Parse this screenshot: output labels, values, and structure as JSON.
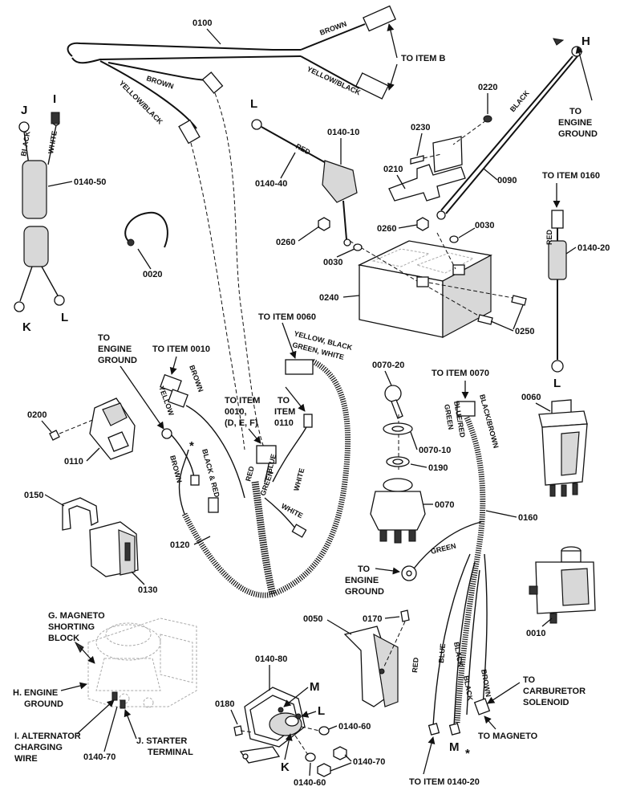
{
  "parts": {
    "p0100": "0100",
    "p0140_50": "0140-50",
    "p0020": "0020",
    "p0140_10": "0140-10",
    "p0140_40": "0140-40",
    "p0230": "0230",
    "p0220": "0220",
    "p0210": "0210",
    "p0090": "0090",
    "p0260_a": "0260",
    "p0260_b": "0260",
    "p0030_a": "0030",
    "p0030_b": "0030",
    "p0240": "0240",
    "p0250": "0250",
    "p0140_20": "0140-20",
    "p0200": "0200",
    "p0110": "0110",
    "p0150": "0150",
    "p0130": "0130",
    "p0120": "0120",
    "p0070_20": "0070-20",
    "p0070_10": "0070-10",
    "p0190": "0190",
    "p0070": "0070",
    "p0060": "0060",
    "p0160": "0160",
    "p0010": "0010",
    "p0050": "0050",
    "p0170": "0170",
    "p0140_80": "0140-80",
    "p0180": "0180",
    "p0140_60_a": "0140-60",
    "p0140_60_b": "0140-60",
    "p0140_70_a": "0140-70",
    "p0140_70_b": "0140-70"
  },
  "letters": {
    "h": "H",
    "j": "J",
    "i": "I",
    "k": "K",
    "l_top": "L",
    "l_left": "L",
    "l_right": "L",
    "m_mid": "M",
    "l_mid": "L",
    "k_mid": "K",
    "m_bot": "M",
    "star_a": "*",
    "star_b": "*"
  },
  "wire_labels": {
    "brown_top": "BROWN",
    "yellow_black_top": "YELLOW/BLACK",
    "brown_mid": "BROWN",
    "yellow_black_mid": "YELLOW/BLACK",
    "black_j": "BLACK",
    "white_i": "WHITE",
    "red_0140_40": "RED",
    "black_0090": "BLACK",
    "red_0140_20": "RED",
    "brown_0010": "BROWN",
    "yellow_0010": "YELLOW",
    "brown_ground": "BROWN",
    "black_red": "BLACK & RED",
    "red_harness": "RED",
    "blue_harness": "BLUE",
    "green_harness": "GREEN",
    "white_0110": "WHITE",
    "white_lower": "WHITE",
    "yellow_black_green_white_1": "YELLOW, BLACK",
    "yellow_black_green_white_2": "GREEN, WHITE",
    "black_brown": "BLACK/BROWN",
    "blue_red": "BLUE/RED",
    "green_0070": "GREEN",
    "green_0160": "GREEN",
    "red_bottom": "RED",
    "blue_bottom": "BLUE",
    "black_bottom_1": "BLACK",
    "black_bottom_2": "BLACK",
    "brown_bottom": "BROWN"
  },
  "callouts": {
    "to_item_b": "TO ITEM B",
    "to_engine_ground_h_1": "TO",
    "to_engine_ground_h_2": "ENGINE",
    "to_engine_ground_h_3": "GROUND",
    "to_item_0160": "TO ITEM 0160",
    "to_item_0060": "TO ITEM 0060",
    "to_engine_ground_left_1": "TO",
    "to_engine_ground_left_2": "ENGINE",
    "to_engine_ground_left_3": "GROUND",
    "to_item_0010": "TO ITEM 0010",
    "to_item_0010_def_1": "TO ITEM",
    "to_item_0010_def_2": "0010,",
    "to_item_0010_def_3": "(D, E, F)",
    "to_item_0110_1": "TO",
    "to_item_0110_2": "ITEM",
    "to_item_0110_3": "0110",
    "to_item_0070": "TO ITEM 0070",
    "to_engine_ground_mid_1": "TO",
    "to_engine_ground_mid_2": "ENGINE",
    "to_engine_ground_mid_3": "GROUND",
    "to_carb_1": "TO",
    "to_carb_2": "CARBURETOR",
    "to_carb_3": "SOLENOID",
    "to_magneto": "TO MAGNETO",
    "to_item_0140_20": "TO ITEM 0140-20"
  },
  "engine_callouts": {
    "g_1": "G. MAGNETO",
    "g_2": "SHORTING",
    "g_3": "BLOCK",
    "h_1": "H. ENGINE",
    "h_2": "GROUND",
    "i_1": "I. ALTERNATOR",
    "i_2": "CHARGING",
    "i_3": "WIRE",
    "j_1": "J. STARTER",
    "j_2": "TERMINAL"
  }
}
